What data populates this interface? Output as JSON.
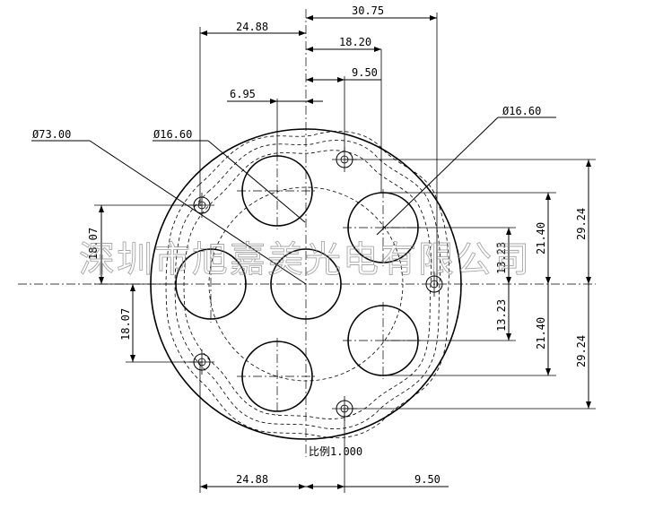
{
  "dimensions": {
    "top_30_75": "30.75",
    "top_24_88": "24.88",
    "top_18_20": "18.20",
    "top_9_50": "9.50",
    "top_6_95": "6.95",
    "dia_73": "Ø73.00",
    "dia_16_60_left": "Ø16.60",
    "dia_16_60_right": "Ø16.60",
    "right_29_24_top": "29.24",
    "right_21_40_top": "21.40",
    "right_13_23_top": "13.23",
    "right_13_23_bottom": "13.23",
    "right_21_40_bottom": "21.40",
    "right_29_24_bottom": "29.24",
    "left_18_07_top": "18.07",
    "left_18_07_bottom": "18.07",
    "bottom_24_88": "24.88",
    "bottom_9_50": "9.50"
  },
  "scale_label": "比例1.000",
  "watermark": "深圳市旭嘉美光电有限公司"
}
